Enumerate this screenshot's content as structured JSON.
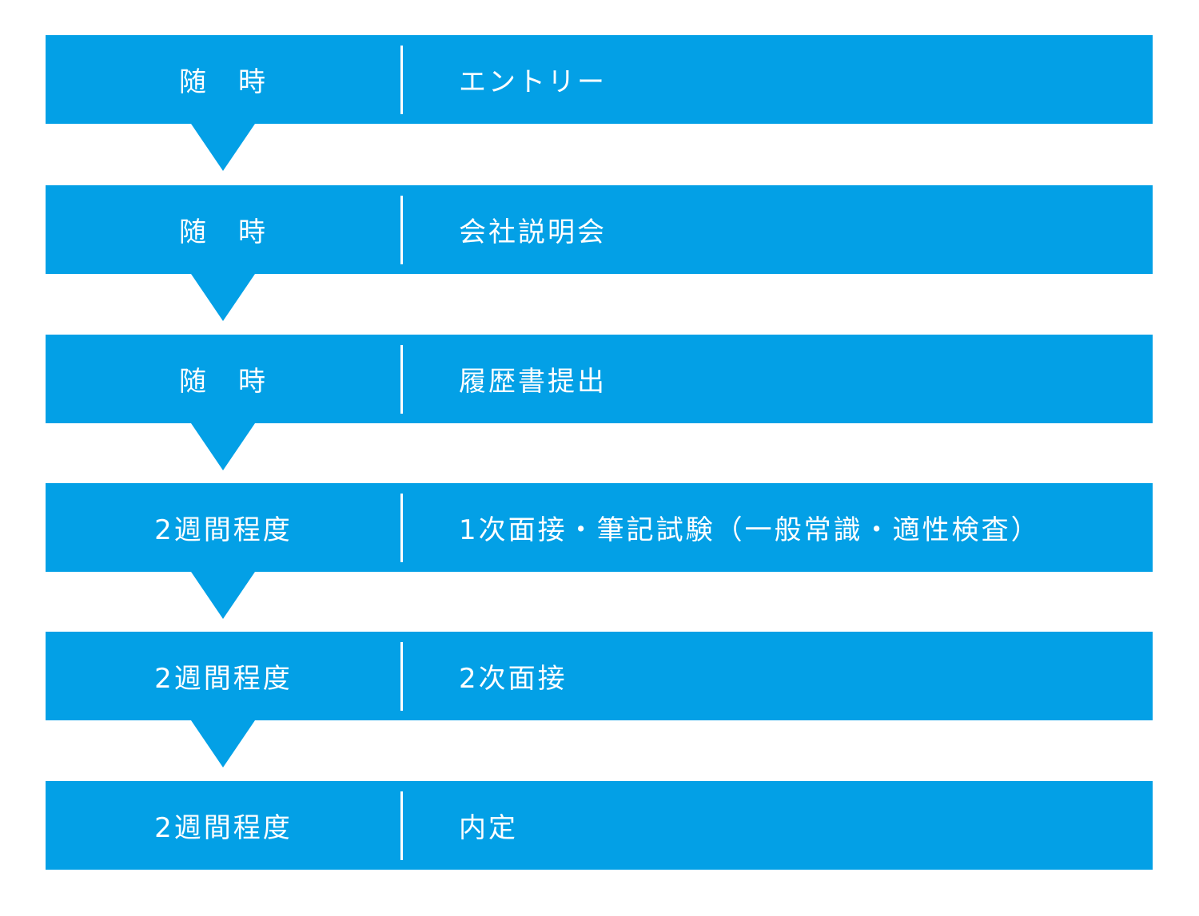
{
  "flow": {
    "steps": [
      {
        "timing": "随　時",
        "stage": "エントリー"
      },
      {
        "timing": "随　時",
        "stage": "会社説明会"
      },
      {
        "timing": "随　時",
        "stage": "履歴書提出"
      },
      {
        "timing": "2週間程度",
        "stage": "1次面接・筆記試験（一般常識・適性検査）"
      },
      {
        "timing": "2週間程度",
        "stage": "2次面接"
      },
      {
        "timing": "2週間程度",
        "stage": "内定"
      }
    ],
    "colors": {
      "bar": "#03a0e6",
      "text": "#ffffff"
    }
  }
}
